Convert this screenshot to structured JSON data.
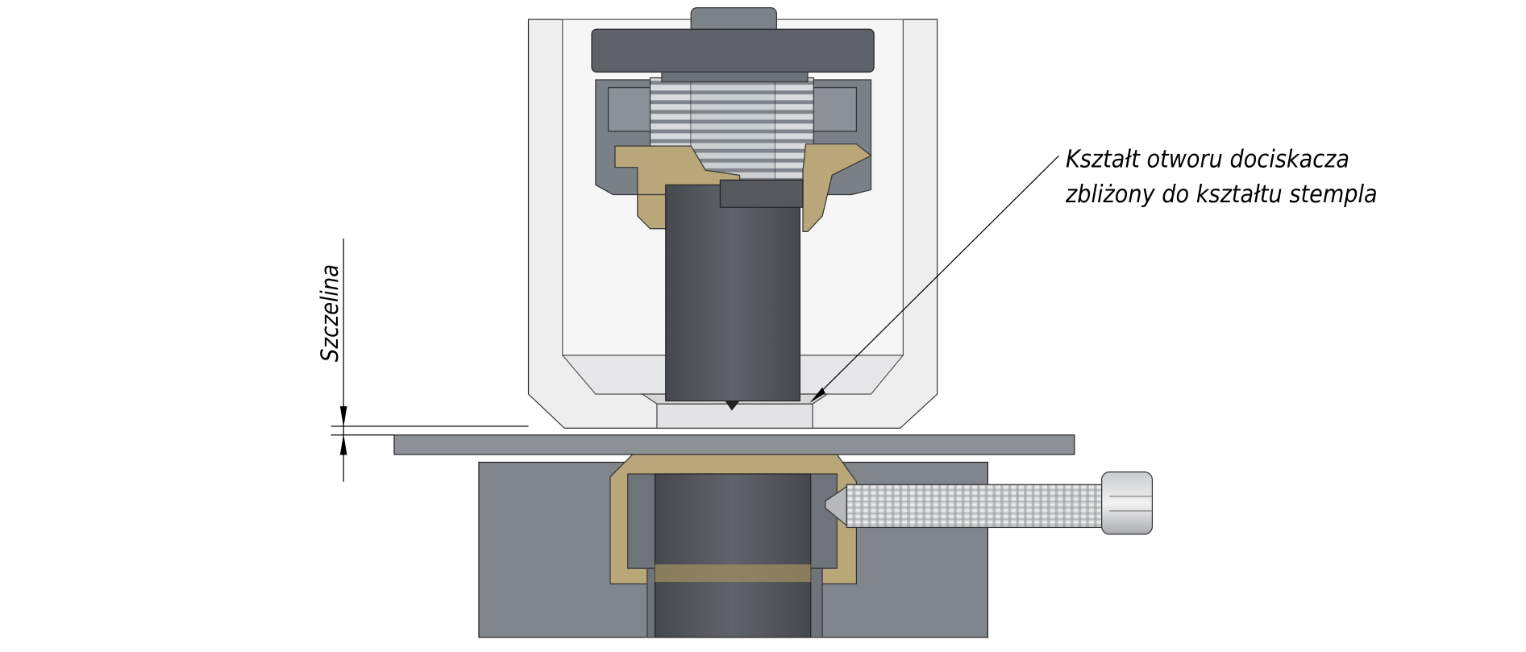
{
  "annotation": {
    "line1": "Kształt otworu dociskacza",
    "line2": "zbliżony do kształtu stempla"
  },
  "dimension": {
    "label": "Szczelina"
  },
  "colors": {
    "housing": "#eeeeef",
    "steel_dark": "#56595e",
    "steel_mid": "#7d8288",
    "brass": "#b9a77a",
    "sheet": "#8d9196",
    "die": "#80868c"
  }
}
